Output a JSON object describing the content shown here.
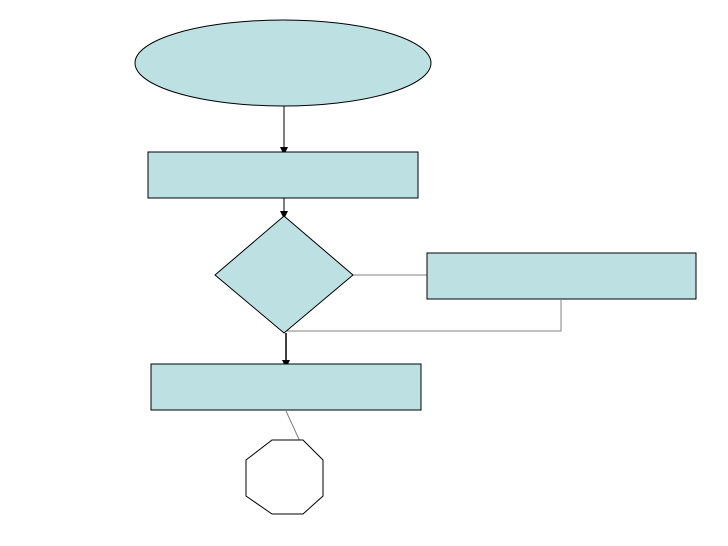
{
  "diagram": {
    "type": "flowchart",
    "fill_color": "#bde0e2",
    "stroke_color": "#000000",
    "connector_color": "#808080",
    "nodes": [
      {
        "id": "start",
        "shape": "ellipse",
        "label": ""
      },
      {
        "id": "process-1",
        "shape": "rectangle",
        "label": ""
      },
      {
        "id": "decision",
        "shape": "diamond",
        "label": ""
      },
      {
        "id": "side-process",
        "shape": "rectangle",
        "label": ""
      },
      {
        "id": "process-2",
        "shape": "rectangle",
        "label": ""
      },
      {
        "id": "end",
        "shape": "octagon",
        "label": ""
      }
    ],
    "edges": [
      {
        "from": "start",
        "to": "process-1",
        "arrow": true
      },
      {
        "from": "process-1",
        "to": "decision",
        "arrow": true
      },
      {
        "from": "decision",
        "to": "side-process",
        "arrow": false
      },
      {
        "from": "side-process",
        "to": "decision",
        "arrow": false
      },
      {
        "from": "decision",
        "to": "process-2",
        "arrow": true
      },
      {
        "from": "process-2",
        "to": "end",
        "arrow": false
      }
    ]
  }
}
